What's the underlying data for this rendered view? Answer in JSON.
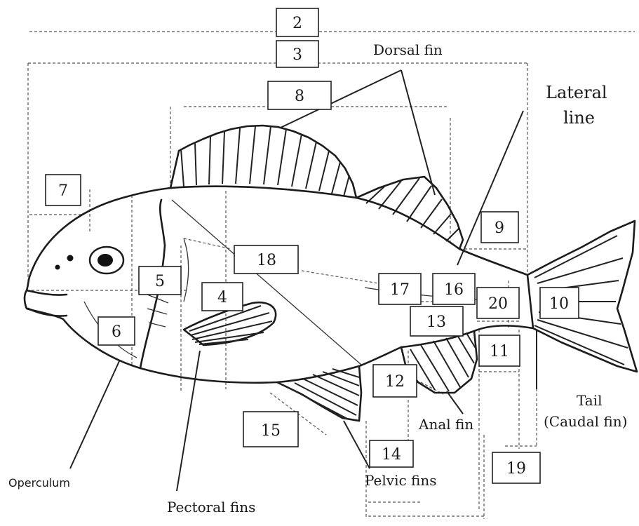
{
  "labels": {
    "dorsal_fin": "Dorsal fin",
    "lateral_line_1": "Lateral",
    "lateral_line_2": "line",
    "tail_1": "Tail",
    "tail_2": "(Caudal fin)",
    "anal_fin": "Anal fin",
    "pelvic_fins": "Pelvic fins",
    "operculum": "Operculum",
    "pectoral_fins": "Pectoral fins"
  },
  "measurement_boxes": {
    "b2": "2",
    "b3": "3",
    "b4": "4",
    "b5": "5",
    "b6": "6",
    "b7": "7",
    "b8": "8",
    "b9": "9",
    "b10": "10",
    "b11": "11",
    "b12": "12",
    "b13": "13",
    "b14": "14",
    "b15": "15",
    "b16": "16",
    "b17": "17",
    "b18": "18",
    "b19": "19",
    "b20": "20"
  }
}
